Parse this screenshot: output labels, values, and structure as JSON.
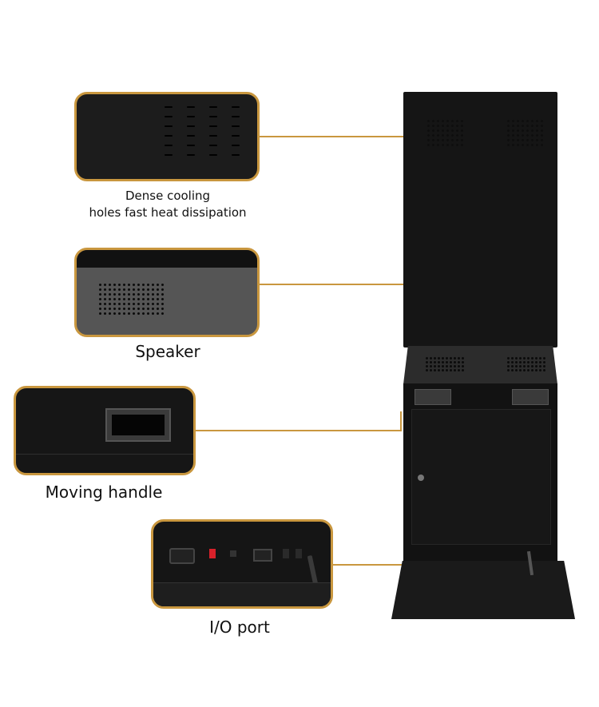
{
  "callouts": {
    "cooling": {
      "caption_line1": "Dense cooling",
      "caption_line2": "holes fast heat dissipation"
    },
    "speaker": {
      "caption": "Speaker"
    },
    "handle": {
      "caption": "Moving handle"
    },
    "io": {
      "caption": "I/O port"
    }
  },
  "colors": {
    "accent": "#c9973f",
    "kiosk_body": "#141414",
    "background": "#ffffff"
  },
  "icons": {
    "cooling": "vent-slots-icon",
    "speaker": "speaker-grille-icon",
    "handle": "handle-recess-icon",
    "power": "power-switch-icon",
    "antenna": "antenna-icon",
    "lock": "lock-icon"
  }
}
